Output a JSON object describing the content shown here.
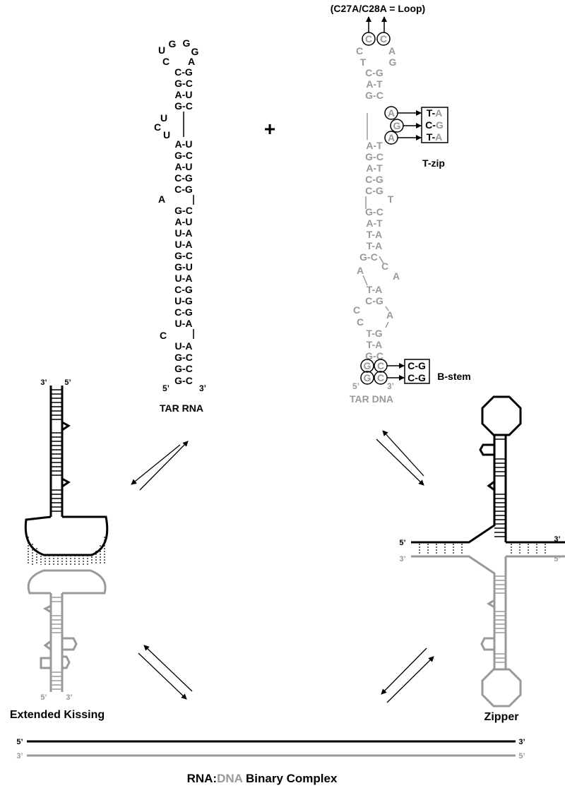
{
  "colors": {
    "rna": "#000000",
    "dna": "#999999"
  },
  "labels": {
    "mutant_note": "(C27A/C28A = Loop)",
    "plus": "+",
    "tar_rna": "TAR RNA",
    "tar_dna": "TAR DNA",
    "t_zip": "T-zip",
    "b_stem": "B-stem",
    "extended_kissing": "Extended Kissing",
    "zipper": "Zipper",
    "binary_rna": "RNA",
    "binary_sep": ":",
    "binary_dna": "DNA",
    "binary_rest": " Binary Complex"
  },
  "ends": {
    "five": "5’",
    "three": "3’"
  },
  "tar_rna": {
    "loop": [
      "U",
      "G",
      "G",
      "G",
      "C",
      "A"
    ],
    "stem_top": [
      "C-G",
      "G-C",
      "A-U",
      "G-C"
    ],
    "bulge": [
      "U",
      "C",
      "U"
    ],
    "stem_mid": [
      "A-U",
      "G-C",
      "A-U",
      "C-G",
      "C-G"
    ],
    "bulge_a": "A",
    "stem_low": [
      "G-C",
      "A-U",
      "U-A",
      "U-A",
      "G-C",
      "G-U",
      "U-A",
      "C-G",
      "U-G",
      "C-G",
      "U-A"
    ],
    "bulge_c": "C",
    "stem_base": [
      "U-A",
      "G-C",
      "G-C",
      "G-C"
    ]
  },
  "tar_dna": {
    "loop": [
      "C",
      "C",
      "C",
      "A",
      "T",
      "G"
    ],
    "stem_top": [
      "C-G",
      "A-T",
      "G-C"
    ],
    "stem_mid": [
      "A-T",
      "G-C",
      "A-T",
      "C-G",
      "C-G"
    ],
    "bulge_t": "T",
    "stem_low": [
      "G-C",
      "A-T",
      "T-A",
      "T-A",
      "G-C"
    ],
    "internal_left": [
      "A",
      "C",
      "C"
    ],
    "internal_right": [
      "C",
      "A",
      "A"
    ],
    "stem_low2": [
      "T-A",
      "C-G"
    ],
    "stem_base": [
      "T-G",
      "T-A",
      "G-C",
      "G-C",
      "G-C"
    ]
  },
  "mutations": {
    "loop": [
      "C",
      "C"
    ],
    "t_zip_from": [
      "A",
      "G",
      "A"
    ],
    "t_zip_to": [
      {
        "left": "T",
        "dash": "-",
        "right": "A"
      },
      {
        "left": "C",
        "dash": "-",
        "right": "G"
      },
      {
        "left": "T",
        "dash": "-",
        "right": "A"
      }
    ],
    "b_stem_from": [
      {
        "left": "G",
        "right": "C"
      },
      {
        "left": "G",
        "right": "C"
      }
    ],
    "b_stem_to": [
      {
        "left": "C",
        "dash": "-",
        "right": "G"
      },
      {
        "left": "C",
        "dash": "-",
        "right": "G"
      }
    ]
  }
}
